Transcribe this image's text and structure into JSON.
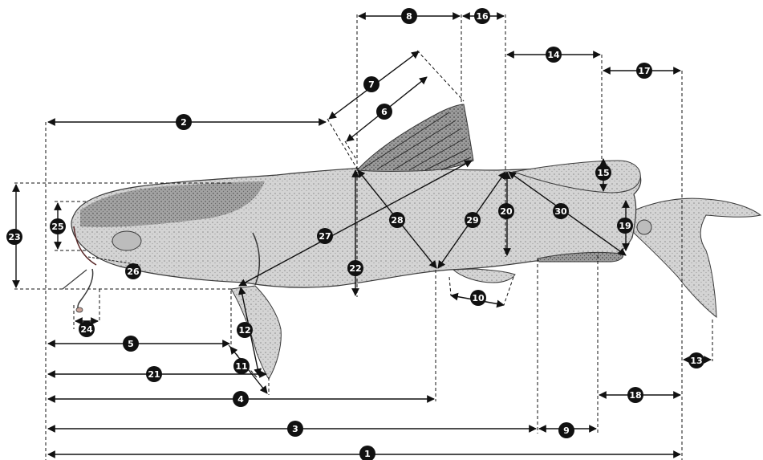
{
  "figure": {
    "labels": {
      "m1": "1",
      "m2": "2",
      "m3": "3",
      "m4": "4",
      "m5": "5",
      "m6": "6",
      "m7": "7",
      "m8": "8",
      "m9": "9",
      "m10": "10",
      "m11": "11",
      "m12": "12",
      "m13": "13",
      "m14": "14",
      "m15": "15",
      "m16": "16",
      "m17": "17",
      "m18": "18",
      "m19": "19",
      "m20": "20",
      "m21": "21",
      "m22": "22",
      "m23": "23",
      "m24": "24",
      "m25": "25",
      "m26": "26",
      "m27": "27",
      "m28": "28",
      "m29": "29",
      "m30": "30"
    },
    "colors": {
      "line": "#111111",
      "badge_fill": "#111111",
      "badge_text": "#ffffff",
      "fish_fill": "#d9d9d9",
      "fish_stroke": "#3a3a3a"
    }
  }
}
